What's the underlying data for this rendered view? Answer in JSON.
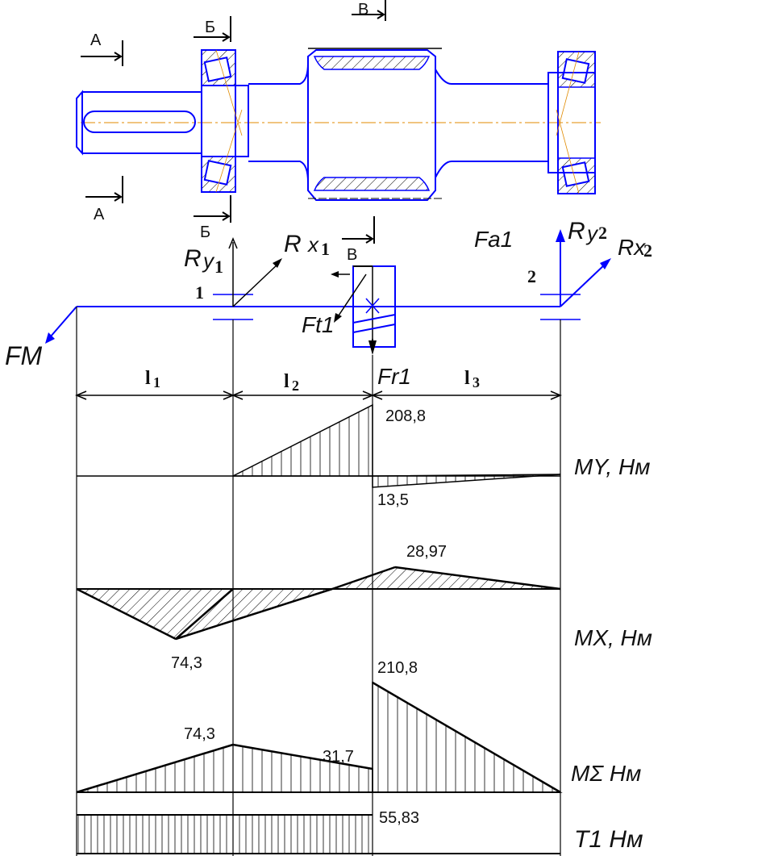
{
  "shaft": {
    "section_a": "А",
    "section_b": "Б",
    "section_v": "В"
  },
  "forces": {
    "ry1_r": "R",
    "ry1_y": "y",
    "ry1_sub": "1",
    "rx1_r": "R",
    "rx1_x": "x",
    "rx1_sub": "1",
    "support1": "1",
    "support2": "2",
    "fa1": "Fa1",
    "ft1": "Ft1",
    "fr1": "Fr1",
    "fm": "FM",
    "ry2_r": "R",
    "ry2_y": "y",
    "ry2_sub": "2",
    "rx2_r": "Rx",
    "rx2_sub": "2"
  },
  "dimensions": {
    "l1": "l",
    "l1_sub": "1",
    "l2": "l",
    "l2_sub": "2",
    "l3": "l",
    "l3_sub": "3"
  },
  "diagrams": {
    "my": {
      "label": "MY, Нм",
      "values": [
        "208,8",
        "13,5"
      ]
    },
    "mx": {
      "label": "MX, Нм",
      "values": [
        "28,97",
        "74,3"
      ]
    },
    "msum": {
      "label": "MΣ Нм",
      "values": [
        "74,3",
        "31,7",
        "210,8"
      ]
    },
    "t1": {
      "label": "T1 Нм",
      "values": [
        "55,83"
      ]
    }
  },
  "colors": {
    "shaft_outline": "#0000ff",
    "centerline": "#e08a00",
    "ink": "#000000"
  }
}
